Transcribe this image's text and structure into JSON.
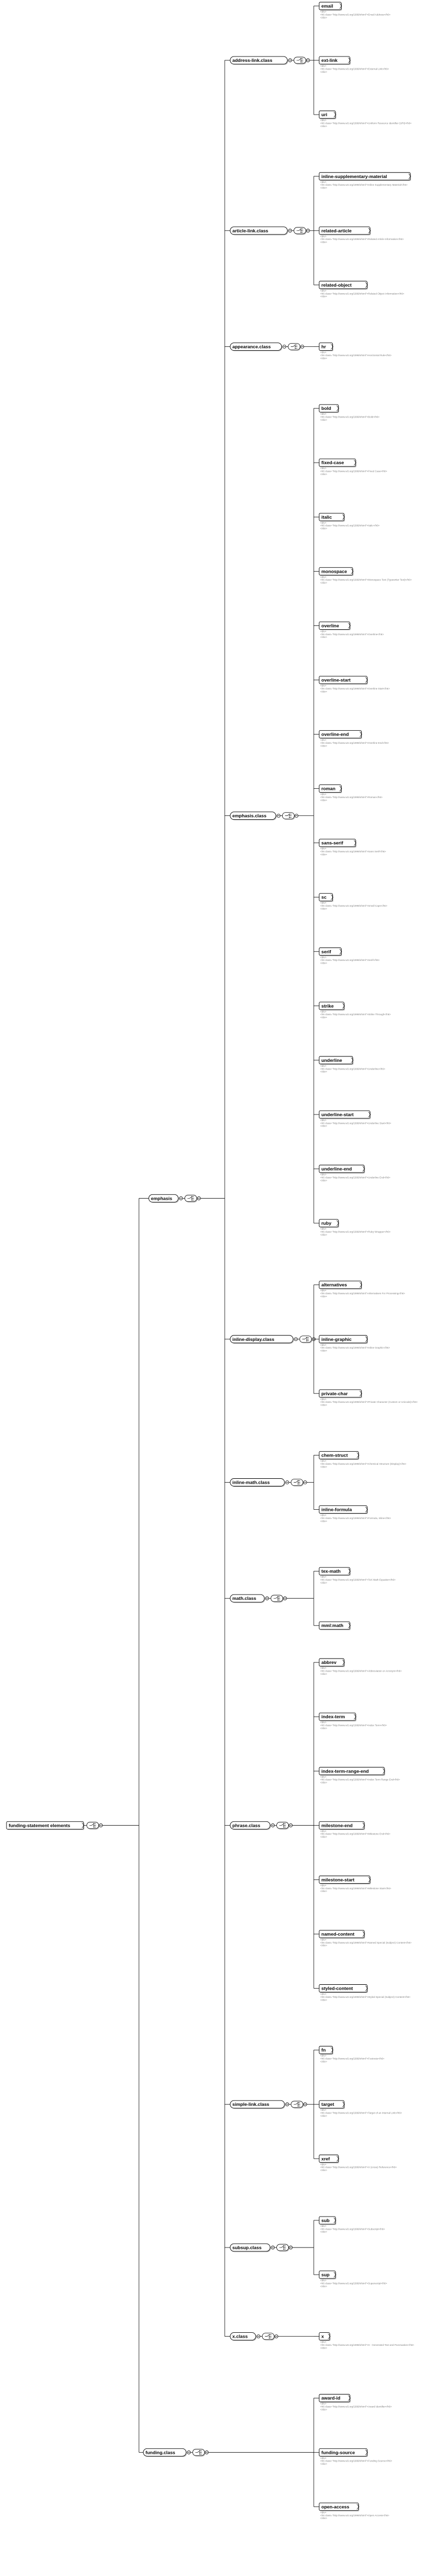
{
  "root": {
    "label": "funding-statement elements"
  },
  "groups": [
    {
      "label": "emphasis",
      "children": [
        {
          "label": "address-link.class",
          "children": [
            {
              "label": "email",
              "doc": [
                "<div>",
                "<h6 class=\"http://www.w3.org/1999/xhtml\">Email Address</h6>",
                "</div>"
              ]
            },
            {
              "label": "ext-link",
              "doc": [
                "<div>",
                "<h6 class=\"http://www.w3.org/1999/xhtml\">External Link</h6>",
                "</div>"
              ]
            },
            {
              "label": "uri",
              "doc": [
                "<div>",
                "<h6 class=\"http://www.w3.org/1999/xhtml\">Uniform Resource Identifier (URI)</h6>",
                "</div>"
              ]
            }
          ]
        },
        {
          "label": "article-link.class",
          "children": [
            {
              "label": "inline-supplementary-material",
              "doc": [
                "<div>",
                "<h6 class=\"http://www.w3.org/1999/xhtml\">Inline Supplementary Material</h6>",
                "</div>"
              ]
            },
            {
              "label": "related-article",
              "doc": [
                "<div>",
                "<h6 class=\"http://www.w3.org/1999/xhtml\">Related Article Information</h6>",
                "</div>"
              ]
            },
            {
              "label": "related-object",
              "doc": [
                "<div>",
                "<h6 class=\"http://www.w3.org/1999/xhtml\">Related Object Information</h6>",
                "</div>"
              ]
            }
          ]
        },
        {
          "label": "appearance.class",
          "children": [
            {
              "label": "hr",
              "doc": [
                "<div>",
                "<h6 class=\"http://www.w3.org/1999/xhtml\">Horizontal Rule</h6>",
                "</div>"
              ]
            }
          ]
        },
        {
          "label": "emphasis.class",
          "children": [
            {
              "label": "bold",
              "doc": [
                "<div>",
                "<h6 class=\"http://www.w3.org/1999/xhtml\">Bold</h6>",
                "</div>"
              ]
            },
            {
              "label": "fixed-case",
              "doc": [
                "<div>",
                "<h6 class=\"http://www.w3.org/1999/xhtml\">Fixed Case</h6>",
                "</div>"
              ]
            },
            {
              "label": "italic",
              "doc": [
                "<div>",
                "<h6 class=\"http://www.w3.org/1999/xhtml\">Italic</h6>",
                "</div>"
              ]
            },
            {
              "label": "monospace",
              "doc": [
                "<div>",
                "<h6 class=\"http://www.w3.org/1999/xhtml\">Monospace Text (Typewriter Text)</h6>",
                "</div>"
              ]
            },
            {
              "label": "overline",
              "doc": [
                "<div>",
                "<h6 class=\"http://www.w3.org/1999/xhtml\">Overline</h6>",
                "</div>"
              ]
            },
            {
              "label": "overline-start",
              "doc": [
                "<div>",
                "<h6 class=\"http://www.w3.org/1999/xhtml\">Overline Start</h6>",
                "</div>"
              ]
            },
            {
              "label": "overline-end",
              "doc": [
                "<div>",
                "<h6 class=\"http://www.w3.org/1999/xhtml\">Overline End</h6>",
                "</div>"
              ]
            },
            {
              "label": "roman",
              "doc": [
                "<div>",
                "<h6 class=\"http://www.w3.org/1999/xhtml\">Roman</h6>",
                "</div>"
              ]
            },
            {
              "label": "sans-serif",
              "doc": [
                "<div>",
                "<h6 class=\"http://www.w3.org/1999/xhtml\">Sans Serif</h6>",
                "</div>"
              ]
            },
            {
              "label": "sc",
              "doc": [
                "<div>",
                "<h6 class=\"http://www.w3.org/1999/xhtml\">Small Caps</h6>",
                "</div>"
              ]
            },
            {
              "label": "serif",
              "doc": [
                "<div>",
                "<h6 class=\"http://www.w3.org/1999/xhtml\">Serif</h6>",
                "</div>"
              ]
            },
            {
              "label": "strike",
              "doc": [
                "<div>",
                "<h6 class=\"http://www.w3.org/1999/xhtml\">Strike Through</h6>",
                "</div>"
              ]
            },
            {
              "label": "underline",
              "doc": [
                "<div>",
                "<h6 class=\"http://www.w3.org/1999/xhtml\">Underline</h6>",
                "</div>"
              ]
            },
            {
              "label": "underline-start",
              "doc": [
                "<div>",
                "<h6 class=\"http://www.w3.org/1999/xhtml\">Underline Start</h6>",
                "</div>"
              ]
            },
            {
              "label": "underline-end",
              "doc": [
                "<div>",
                "<h6 class=\"http://www.w3.org/1999/xhtml\">Underline End</h6>",
                "</div>"
              ]
            },
            {
              "label": "ruby",
              "doc": [
                "<div>",
                "<h6 class=\"http://www.w3.org/1999/xhtml\">Ruby Wrapper</h6>",
                "</div>"
              ]
            }
          ]
        },
        {
          "label": "inline-display.class",
          "children": [
            {
              "label": "alternatives",
              "doc": [
                "<div>",
                "<h6 class=\"http://www.w3.org/1999/xhtml\">Alternatives For Processing</h6>",
                "</div>"
              ]
            },
            {
              "label": "inline-graphic",
              "doc": [
                "<div>",
                "<h6 class=\"http://www.w3.org/1999/xhtml\">Inline Graphic</h6>",
                "</div>"
              ]
            },
            {
              "label": "private-char",
              "doc": [
                "<div>",
                "<h6 class=\"http://www.w3.org/1999/xhtml\">Private Character (Custom or Unicode)</h6>",
                "</div>"
              ]
            }
          ]
        },
        {
          "label": "inline-math.class",
          "children": [
            {
              "label": "chem-struct",
              "doc": [
                "<div>",
                "<h6 class=\"http://www.w3.org/1999/xhtml\">Chemical Structure (Display)</h6>",
                "</div>"
              ]
            },
            {
              "label": "inline-formula",
              "doc": [
                "<div>",
                "<h6 class=\"http://www.w3.org/1999/xhtml\">Formula, Inline</h6>",
                "</div>"
              ]
            }
          ]
        },
        {
          "label": "math.class",
          "children": [
            {
              "label": "tex-math",
              "doc": [
                "<div>",
                "<h6 class=\"http://www.w3.org/1999/xhtml\">TeX Math Equation</h6>",
                "</div>"
              ]
            },
            {
              "label": "mml:math",
              "doc": []
            }
          ]
        },
        {
          "label": "phrase.class",
          "children": [
            {
              "label": "abbrev",
              "doc": [
                "<div>",
                "<h6 class=\"http://www.w3.org/1999/xhtml\">Abbreviation or Acronym</h6>",
                "</div>"
              ]
            },
            {
              "label": "index-term",
              "doc": [
                "<div>",
                "<h6 class=\"http://www.w3.org/1999/xhtml\">Index Term</h6>",
                "</div>"
              ]
            },
            {
              "label": "index-term-range-end",
              "doc": [
                "<div>",
                "<h6 class=\"http://www.w3.org/1999/xhtml\">Index Term Range End</h6>",
                "</div>"
              ]
            },
            {
              "label": "milestone-end",
              "doc": [
                "<div>",
                "<h6 class=\"http://www.w3.org/1999/xhtml\">Milestone End</h6>",
                "</div>"
              ]
            },
            {
              "label": "milestone-start",
              "doc": [
                "<div>",
                "<h6 class=\"http://www.w3.org/1999/xhtml\">Milestone Start</h6>",
                "</div>"
              ]
            },
            {
              "label": "named-content",
              "doc": [
                "<div>",
                "<h6 class=\"http://www.w3.org/1999/xhtml\">Named Special (Subject) Content</h6>",
                "</div>"
              ]
            },
            {
              "label": "styled-content",
              "doc": [
                "<div>",
                "<h6 class=\"http://www.w3.org/1999/xhtml\">Styled Special (Subject) Content</h6>",
                "</div>"
              ]
            }
          ]
        },
        {
          "label": "simple-link.class",
          "children": [
            {
              "label": "fn",
              "doc": [
                "<div>",
                "<h6 class=\"http://www.w3.org/1999/xhtml\">Footnote</h6>",
                "</div>"
              ]
            },
            {
              "label": "target",
              "doc": [
                "<div>",
                "<h6 class=\"http://www.w3.org/1999/xhtml\">Target of an Internal Link</h6>",
                "</div>"
              ]
            },
            {
              "label": "xref",
              "doc": [
                "<div>",
                "<h6 class=\"http://www.w3.org/1999/xhtml\">X (cross) Reference</h6>",
                "</div>"
              ]
            }
          ]
        },
        {
          "label": "subsup.class",
          "children": [
            {
              "label": "sub",
              "doc": [
                "<div>",
                "<h6 class=\"http://www.w3.org/1999/xhtml\">Subscript</h6>",
                "</div>"
              ]
            },
            {
              "label": "sup",
              "doc": [
                "<div>",
                "<h6 class=\"http://www.w3.org/1999/xhtml\">Superscript</h6>",
                "</div>"
              ]
            }
          ]
        },
        {
          "label": "x.class",
          "children": [
            {
              "label": "x",
              "doc": [
                "<div>",
                "<h6 class=\"http://www.w3.org/1999/xhtml\">X - Generated Text and Punctuation</h6>",
                "</div>"
              ]
            }
          ]
        }
      ]
    },
    {
      "label": "funding.class",
      "children": [
        {
          "label": "award-id",
          "doc": [
            "<div>",
            "<h6 class=\"http://www.w3.org/1999/xhtml\">Award Identifier</h6>",
            "</div>"
          ]
        },
        {
          "label": "funding-source",
          "doc": [
            "<div>",
            "<h6 class=\"http://www.w3.org/1999/xhtml\">Funding Source</h6>",
            "</div>"
          ]
        },
        {
          "label": "open-access",
          "doc": [
            "<div>",
            "<h6 class=\"http://www.w3.org/1999/xhtml\">Open Access</h6>",
            "</div>"
          ]
        }
      ]
    }
  ]
}
